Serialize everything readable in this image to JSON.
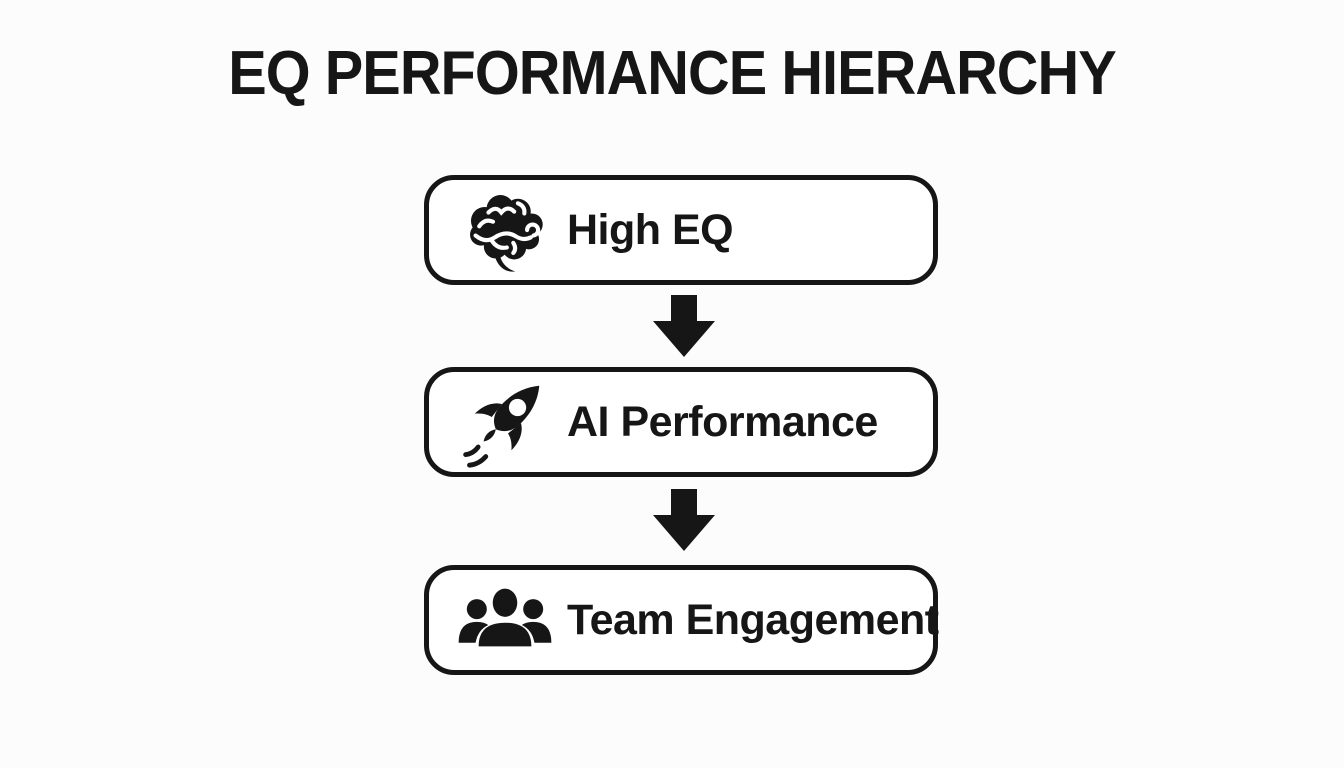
{
  "title": "EQ PERFORMANCE HIERARCHY",
  "flow": {
    "items": [
      {
        "label": "High EQ",
        "icon": "brain-icon"
      },
      {
        "label": "AI Performance",
        "icon": "rocket-icon"
      },
      {
        "label": "Team Engagement",
        "icon": "team-icon"
      }
    ],
    "connector": "down-arrow"
  },
  "colors": {
    "ink": "#161616",
    "background": "#fcfcfc",
    "box_fill": "#ffffff"
  }
}
